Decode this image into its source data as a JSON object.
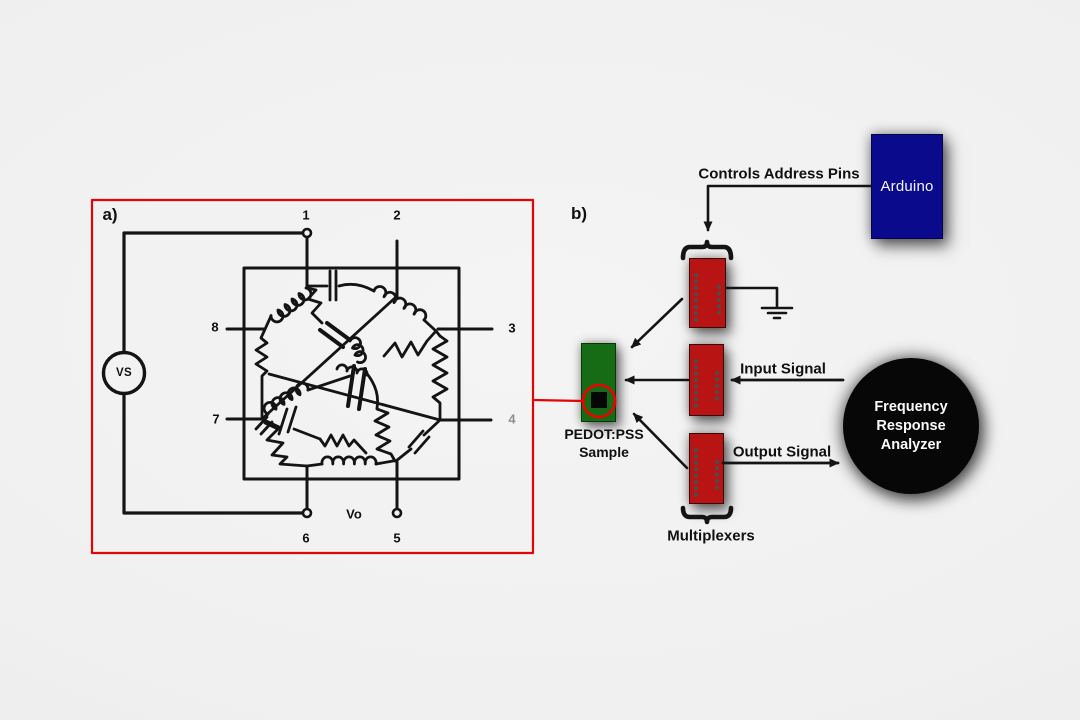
{
  "figure": {
    "panel_a": {
      "label": "a)",
      "source_label": "VS",
      "output_label": "Vo",
      "pins": [
        "1",
        "2",
        "3",
        "4",
        "5",
        "6",
        "7",
        "8"
      ]
    },
    "panel_b": {
      "label": "b)",
      "arduino_label": "Arduino",
      "controls_label": "Controls Address Pins",
      "input_signal_label": "Input Signal",
      "output_signal_label": "Output Signal",
      "multiplexers_label": "Multiplexers",
      "sample_label": [
        "PEDOT:PSS",
        "Sample"
      ],
      "analyzer_label": [
        "Frequency",
        "Response",
        "Analyzer"
      ]
    },
    "colors": {
      "panel_border_red": "#e30505",
      "multiplexer_red": "#b91414",
      "sample_green": "#156c15",
      "arduino_navy": "#0a0a8c",
      "analyzer_black": "#070707",
      "background_gray": "#f0f0f0",
      "line_black": "#141414"
    }
  }
}
